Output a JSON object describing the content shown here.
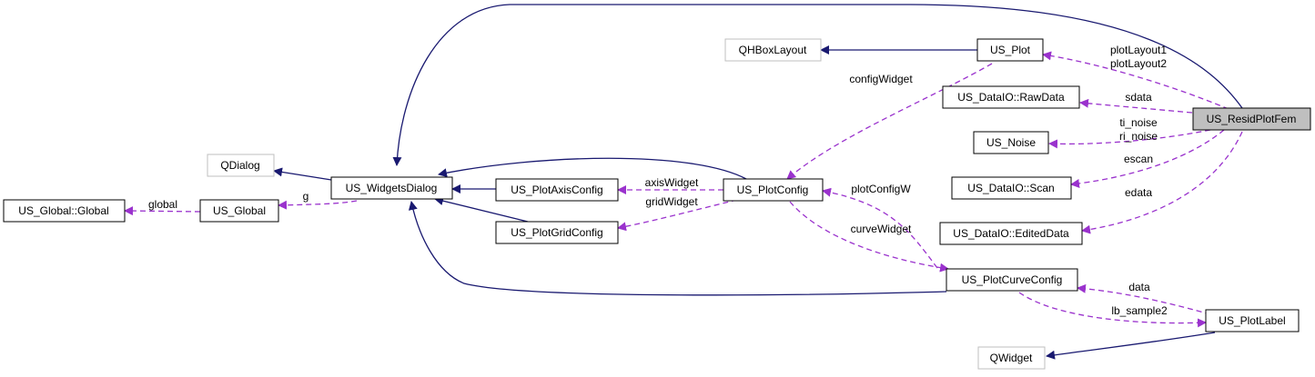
{
  "nodes": {
    "us_residplotfem": "US_ResidPlotFem",
    "us_plot": "US_Plot",
    "qhboxlayout": "QHBoxLayout",
    "us_dataio_rawdata": "US_DataIO::RawData",
    "us_noise": "US_Noise",
    "us_dataio_scan": "US_DataIO::Scan",
    "us_dataio_editeddata": "US_DataIO::EditedData",
    "us_widgetsdialog": "US_WidgetsDialog",
    "qdialog": "QDialog",
    "us_global": "US_Global",
    "us_global_global": "US_Global::Global",
    "us_plotaxisconfig": "US_PlotAxisConfig",
    "us_plotgridconfig": "US_PlotGridConfig",
    "us_plotconfig": "US_PlotConfig",
    "us_plotcurveconfig": "US_PlotCurveConfig",
    "us_plotlabel": "US_PlotLabel",
    "qwidget": "QWidget"
  },
  "edge_labels": {
    "plotlayout1": "plotLayout1",
    "plotlayout2": "plotLayout2",
    "sdata": "sdata",
    "ti_noise": "ti_noise",
    "ri_noise": "ri_noise",
    "escan": "escan",
    "edata": "edata",
    "configwidget": "configWidget",
    "global": "global",
    "g": "g",
    "axiswidget": "axisWidget",
    "gridwidget": "gridWidget",
    "plotconfigw": "plotConfigW",
    "curvewidget": "curveWidget",
    "data": "data",
    "lb_sample2": "lb_sample2"
  },
  "colors": {
    "inheritance": "#191970",
    "member": "#9a32cd",
    "focus_fill": "#bfbfbf",
    "external_border": "#bfbfbf"
  }
}
